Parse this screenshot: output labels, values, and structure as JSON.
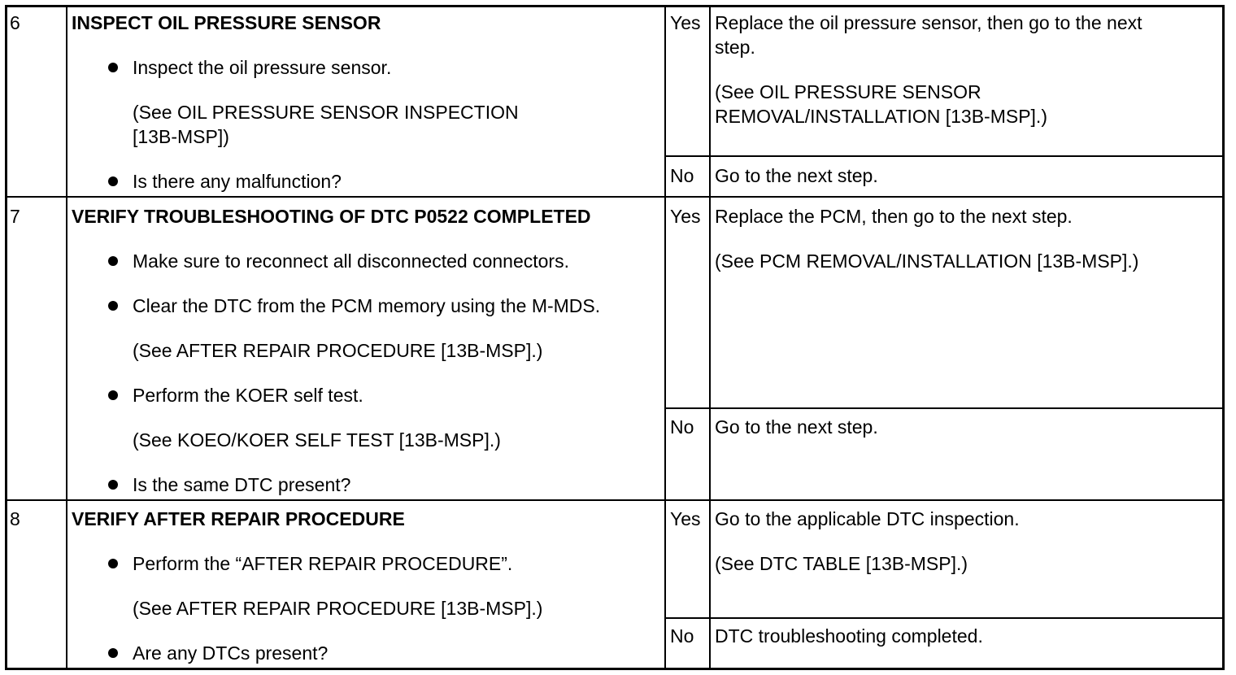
{
  "steps": [
    {
      "num": "6",
      "title": "INSPECT OIL PRESSURE SENSOR",
      "items": [
        {
          "bullet": true,
          "text": "Inspect the oil pressure sensor."
        },
        {
          "bullet": false,
          "lines": [
            "(See OIL PRESSURE SENSOR INSPECTION",
            "[13B-MSP])"
          ]
        },
        {
          "bullet": true,
          "text": "Is there any malfunction?"
        }
      ],
      "yes_label": "Yes",
      "yes_lines": [
        "Replace the oil pressure sensor, then go to the next",
        "step."
      ],
      "yes_ref": [
        "(See OIL PRESSURE SENSOR",
        "REMOVAL/INSTALLATION [13B-MSP].)"
      ],
      "no_label": "No",
      "no_text": "Go to the next step."
    },
    {
      "num": "7",
      "title": "VERIFY TROUBLESHOOTING OF DTC P0522 COMPLETED",
      "items": [
        {
          "bullet": true,
          "text": "Make sure to reconnect all disconnected connectors."
        },
        {
          "bullet": true,
          "text": "Clear the DTC from the PCM memory using the M-MDS."
        },
        {
          "bullet": false,
          "text": "(See AFTER REPAIR PROCEDURE [13B-MSP].)"
        },
        {
          "bullet": true,
          "text": "Perform the KOER self test."
        },
        {
          "bullet": false,
          "text": "(See KOEO/KOER SELF TEST [13B-MSP].)"
        },
        {
          "bullet": true,
          "text": "Is the same DTC present?"
        }
      ],
      "yes_label": "Yes",
      "yes_text": "Replace the PCM, then go to the next step.",
      "yes_ref": "(See PCM REMOVAL/INSTALLATION [13B-MSP].)",
      "no_label": "No",
      "no_text": "Go to the next step."
    },
    {
      "num": "8",
      "title": "VERIFY AFTER REPAIR PROCEDURE",
      "items": [
        {
          "bullet": true,
          "text": "Perform the “AFTER REPAIR PROCEDURE”."
        },
        {
          "bullet": false,
          "text": "(See AFTER REPAIR PROCEDURE [13B-MSP].)"
        },
        {
          "bullet": true,
          "text": "Are any DTCs present?"
        }
      ],
      "yes_label": "Yes",
      "yes_text": "Go to the applicable DTC inspection.",
      "yes_ref": "(See DTC TABLE [13B-MSP].)",
      "no_label": "No",
      "no_text": "DTC troubleshooting completed."
    }
  ]
}
